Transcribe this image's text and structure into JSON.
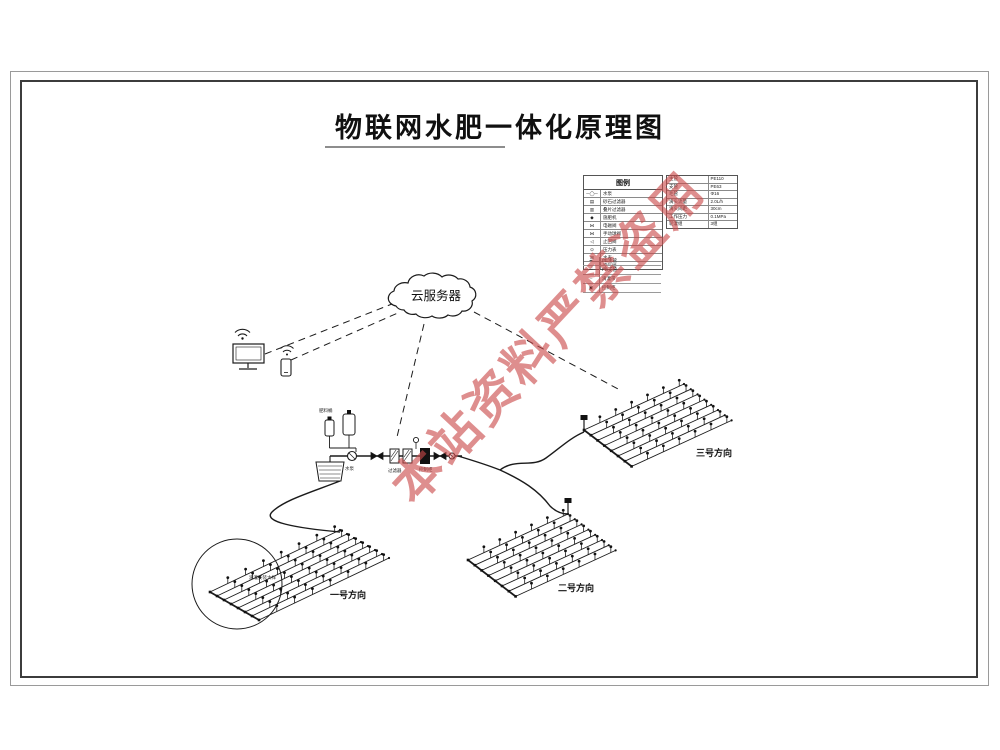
{
  "title": "物联网水肥一体化原理图",
  "watermark": "本站资料严禁盗用",
  "cloud": {
    "label": "云服务器"
  },
  "legend": {
    "title": "图例",
    "rows": [
      {
        "sym": "─◯─",
        "name": "水泵"
      },
      {
        "sym": "▤",
        "name": "砂石过滤器"
      },
      {
        "sym": "▥",
        "name": "叠片过滤器"
      },
      {
        "sym": "◆",
        "name": "施肥机"
      },
      {
        "sym": "⋈",
        "name": "电磁阀"
      },
      {
        "sym": "⋈",
        "name": "手动球阀"
      },
      {
        "sym": "◁",
        "name": "止回阀"
      },
      {
        "sym": "⊙",
        "name": "压力表"
      },
      {
        "sym": "⊞",
        "name": "水表"
      },
      {
        "sym": "┬",
        "name": "空气阀"
      },
      {
        "sym": "━",
        "name": "PE主管"
      },
      {
        "sym": "─",
        "name": "PE支管"
      },
      {
        "sym": "┈",
        "name": "滴灌带"
      },
      {
        "sym": "▣",
        "name": "控制柜"
      }
    ]
  },
  "spec_table": {
    "rows": [
      [
        "主管",
        "PE110"
      ],
      [
        "支管",
        "PE63"
      ],
      [
        "毛管",
        "Φ16"
      ],
      [
        "滴头流量",
        "2.0L/h"
      ],
      [
        "滴头间距",
        "30cm"
      ],
      [
        "工作压力",
        "0.1MPa"
      ],
      [
        "轮灌组",
        "3组"
      ]
    ]
  },
  "fields": {
    "one": {
      "label": "一号方向"
    },
    "two": {
      "label": "二号方向"
    },
    "three": {
      "label": "三号方向"
    }
  },
  "equipment": {
    "labels": [
      "肥料桶",
      "水泵",
      "过滤器",
      "控制柜"
    ]
  },
  "detail": {
    "label": "滴灌安装大样"
  }
}
